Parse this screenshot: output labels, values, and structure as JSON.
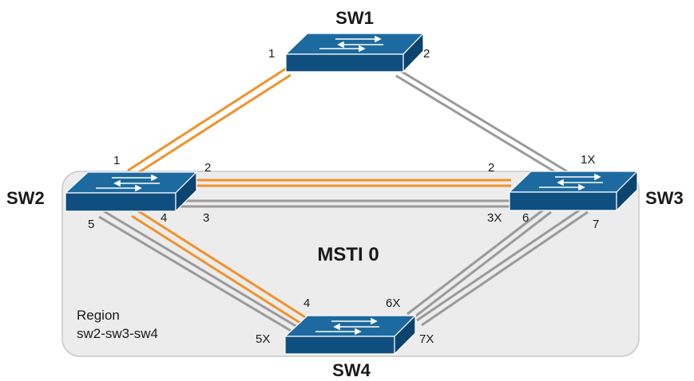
{
  "switches": {
    "sw1": {
      "name": "SW1"
    },
    "sw2": {
      "name": "SW2"
    },
    "sw3": {
      "name": "SW3"
    },
    "sw4": {
      "name": "SW4"
    }
  },
  "ports": {
    "sw1_p1": "1",
    "sw1_p2": "2",
    "sw2_p1": "1",
    "sw2_p2": "2",
    "sw2_p3": "3",
    "sw2_p4": "4",
    "sw2_p5": "5",
    "sw3_p1": "1X",
    "sw3_p2": "2",
    "sw3_p3": "3X",
    "sw3_p6": "6",
    "sw3_p7": "7",
    "sw4_p4": "4",
    "sw4_p5": "5X",
    "sw4_p6": "6X",
    "sw4_p7": "7X"
  },
  "instance_label": "MSTI 0",
  "region": {
    "line1": "Region",
    "line2": "sw2-sw3-sw4"
  },
  "colors": {
    "active_link": "#f0922b",
    "blocked_link": "#9a9a9a",
    "switch_top": "#1d6aa0",
    "switch_front": "#0f4f80",
    "region_fill": "#ececec",
    "region_stroke": "#c8c8c8"
  },
  "links": [
    {
      "from": "SW1 port 1",
      "to": "SW2 port 1",
      "state": "forwarding"
    },
    {
      "from": "SW1 port 2",
      "to": "SW3 port 1X",
      "state": "blocked"
    },
    {
      "from": "SW2 port 2",
      "to": "SW3 port 2",
      "state": "forwarding"
    },
    {
      "from": "SW2 port 3",
      "to": "SW3 port 3X",
      "state": "blocked"
    },
    {
      "from": "SW2 port 4",
      "to": "SW4 port 4",
      "state": "forwarding"
    },
    {
      "from": "SW2 port 5",
      "to": "SW4 port 5X",
      "state": "blocked"
    },
    {
      "from": "SW3 port 6",
      "to": "SW4 port 6X",
      "state": "blocked"
    },
    {
      "from": "SW3 port 7",
      "to": "SW4 port 7X",
      "state": "blocked"
    }
  ]
}
